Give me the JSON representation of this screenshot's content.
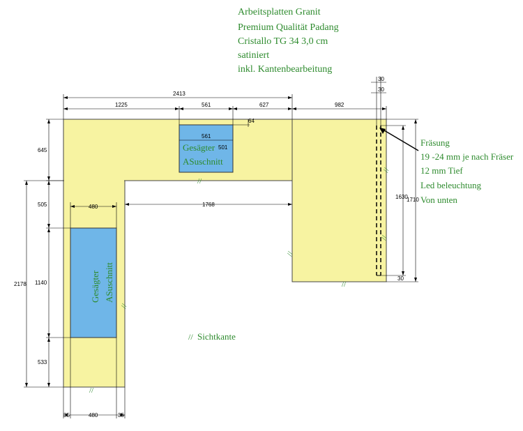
{
  "notes": {
    "header": [
      "Arbeitsplatten Granit",
      "Premium Qualität Padang",
      "Cristallo TG 34 3,0 cm",
      "satiniert",
      "inkl. Kantenbearbeitung"
    ],
    "fraesung": [
      "Fräsung",
      "19 -24 mm je nach Fräser",
      "12 mm Tief",
      "Led beleuchtung",
      "Von unten"
    ],
    "legend_symbol": "//",
    "legend_text": "Sichtkante"
  },
  "cutouts": {
    "top": [
      "Gesägter",
      "ASuschnitt"
    ],
    "left": [
      "Gesägter",
      "ASuschnitt"
    ]
  },
  "dimensions": {
    "total_top": "2413",
    "seg_1225": "1225",
    "seg_561": "561",
    "seg_627": "627",
    "seg_982": "982",
    "inner_561": "561",
    "inner_501": "501",
    "small_64": "64",
    "right_30_top": "30",
    "right_30_b": "30",
    "left_645": "645",
    "left_505": "505",
    "left_1140": "1140",
    "left_533": "533",
    "left_2178": "2178",
    "inner_480": "480",
    "mid_1768": "1768",
    "bottom_480": "480",
    "bottom_35_l": "35",
    "bottom_35_r": "35",
    "right_1630": "1630",
    "right_1710": "1710",
    "right_30_bottom": "30"
  },
  "colors": {
    "slab": "#f7f3a1",
    "cutout": "#6fb6e8",
    "note": "#2e8b2e"
  }
}
